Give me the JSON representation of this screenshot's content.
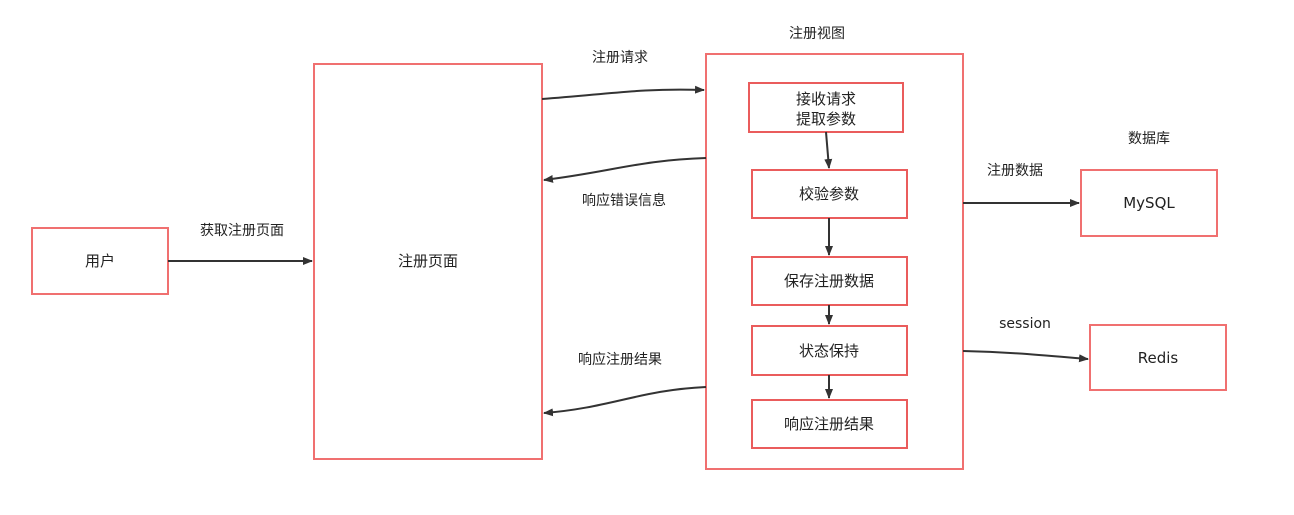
{
  "nodes": {
    "user": "用户",
    "register_page": "注册页面",
    "register_view": "注册视图",
    "receive_request_line1": "接收请求",
    "receive_request_line2": "提取参数",
    "validate_params": "校验参数",
    "save_data": "保存注册数据",
    "keep_state": "状态保持",
    "respond_result": "响应注册结果",
    "database": "数据库",
    "mysql": "MySQL",
    "redis": "Redis"
  },
  "edges": {
    "get_register_page": "获取注册页面",
    "register_request": "注册请求",
    "respond_error": "响应错误信息",
    "respond_register_result": "响应注册结果",
    "register_data": "注册数据",
    "session": "session"
  },
  "colors": {
    "node_border": "#f07070",
    "inner_border": "#ea5c5c",
    "edge": "#333333"
  }
}
